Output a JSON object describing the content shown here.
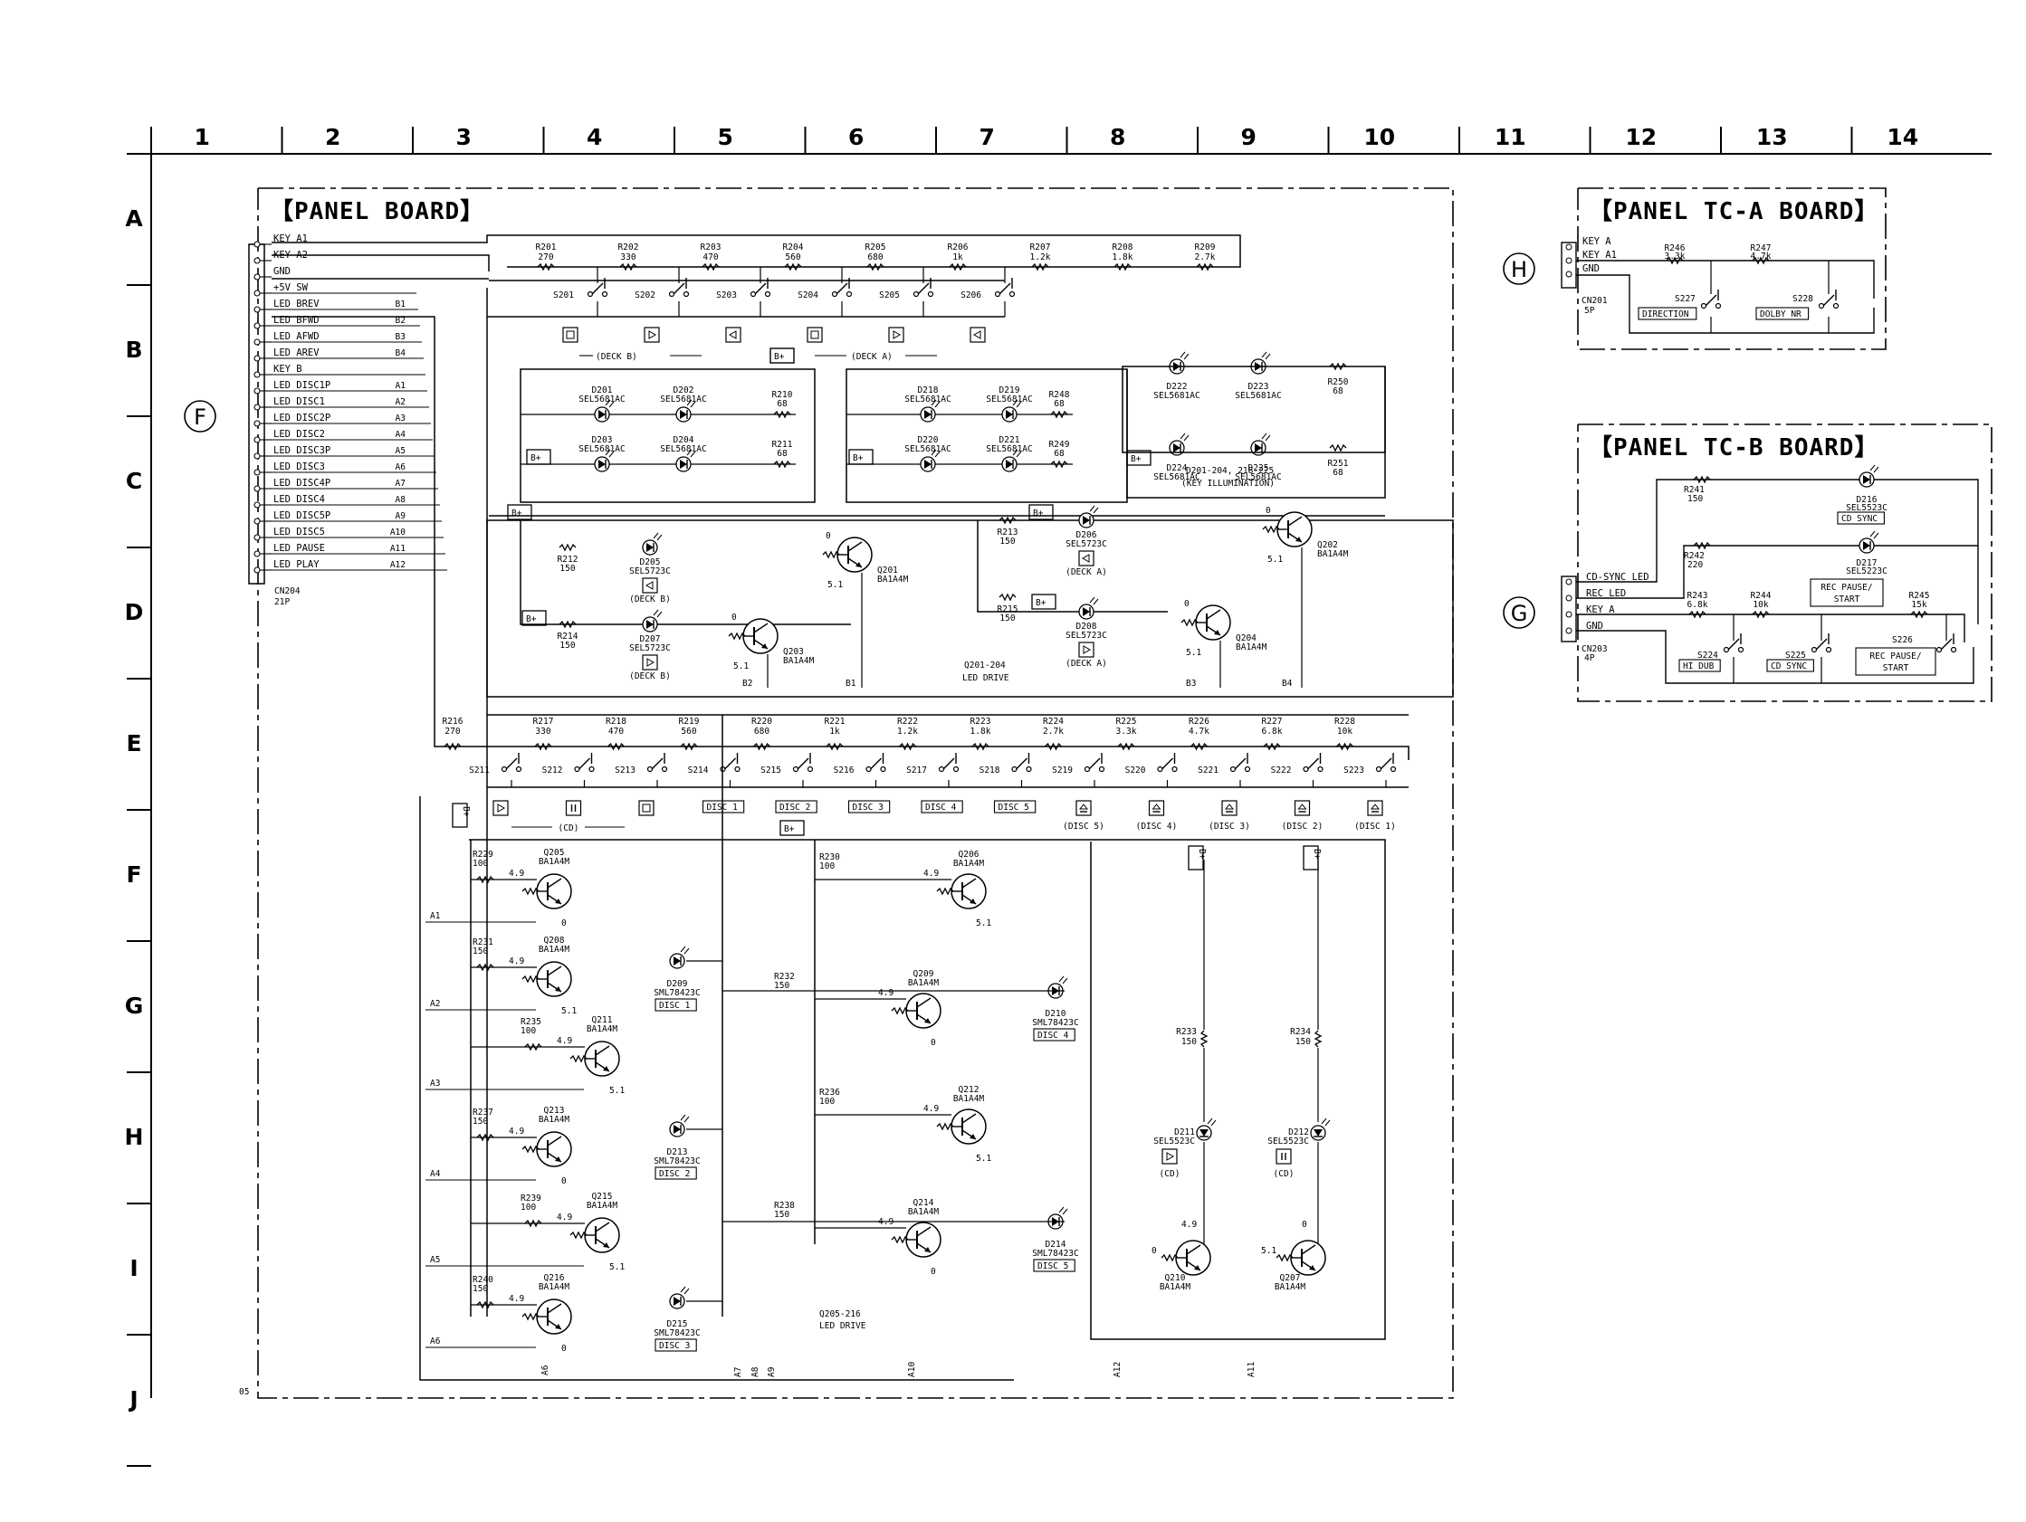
{
  "grid": {
    "columns": [
      "1",
      "2",
      "3",
      "4",
      "5",
      "6",
      "7",
      "8",
      "9",
      "10",
      "11",
      "12",
      "13",
      "14"
    ],
    "rows": [
      "A",
      "B",
      "C",
      "D",
      "E",
      "F",
      "G",
      "H",
      "I",
      "J"
    ]
  },
  "page_code": "05",
  "boards": {
    "panel": "【PANEL BOARD】",
    "tca": "【PANEL TC-A BOARD】",
    "tcb": "【PANEL TC-B BOARD】"
  },
  "connector_refs": {
    "F": "F",
    "H": "H",
    "G": "G"
  },
  "cn204": {
    "name": "CN204",
    "pins": "21P",
    "signals": [
      "KEY A1",
      "KEY A2",
      "GND",
      "+5V SW",
      "LED BREV",
      "LED BFWD",
      "LED AFWD",
      "LED AREV",
      "KEY B",
      "LED DISC1P",
      "LED DISC1",
      "LED DISC2P",
      "LED DISC2",
      "LED DISC3P",
      "LED DISC3",
      "LED DISC4P",
      "LED DISC4",
      "LED DISC5P",
      "LED DISC5",
      "LED PAUSE",
      "LED PLAY"
    ],
    "tags": [
      "",
      "",
      "",
      "",
      "B1",
      "B2",
      "B3",
      "B4",
      "",
      "A1",
      "A2",
      "A3",
      "A4",
      "A5",
      "A6",
      "A7",
      "A8",
      "A9",
      "A10",
      "A11",
      "A12"
    ]
  },
  "cn201": {
    "name": "CN201",
    "pins": "5P",
    "signals": [
      "KEY A",
      "KEY A1",
      "GND"
    ]
  },
  "cn203": {
    "name": "CN203",
    "pins": "4P",
    "signals": [
      "CD-SYNC LED",
      "REC LED",
      "KEY A",
      "GND"
    ]
  },
  "bplus": "B+",
  "keyA_resistors": [
    {
      "ref": "R201",
      "val": "270"
    },
    {
      "ref": "R202",
      "val": "330"
    },
    {
      "ref": "R203",
      "val": "470"
    },
    {
      "ref": "R204",
      "val": "560"
    },
    {
      "ref": "R205",
      "val": "680"
    },
    {
      "ref": "R206",
      "val": "1k"
    },
    {
      "ref": "R207",
      "val": "1.2k"
    },
    {
      "ref": "R208",
      "val": "1.8k"
    },
    {
      "ref": "R209",
      "val": "2.7k"
    }
  ],
  "keyA_switches": [
    "S201",
    "S202",
    "S203",
    "S204",
    "S205",
    "S206"
  ],
  "deck_labels": {
    "deckB": "(DECK B)",
    "deckA": "(DECK A)"
  },
  "led_group1": [
    {
      "ref": "D201",
      "part": "SEL5681AC"
    },
    {
      "ref": "D202",
      "part": "SEL5681AC"
    },
    {
      "ref": "D203",
      "part": "SEL5681AC"
    },
    {
      "ref": "D204",
      "part": "SEL5681AC"
    }
  ],
  "led_group1_res": [
    {
      "ref": "R210",
      "val": "68"
    },
    {
      "ref": "R211",
      "val": "68"
    }
  ],
  "led_group2": [
    {
      "ref": "D218",
      "part": "SEL5681AC"
    },
    {
      "ref": "D219",
      "part": "SEL5681AC"
    },
    {
      "ref": "D220",
      "part": "SEL5681AC"
    },
    {
      "ref": "D221",
      "part": "SEL5681AC"
    }
  ],
  "led_group2_res": [
    {
      "ref": "R248",
      "val": "68"
    },
    {
      "ref": "R249",
      "val": "68"
    }
  ],
  "led_group3": [
    {
      "ref": "D222",
      "part": "SEL5681AC"
    },
    {
      "ref": "D223",
      "part": "SEL5681AC"
    },
    {
      "ref": "D224",
      "part": "SEL5681AC"
    },
    {
      "ref": "D225",
      "part": "SEL5681AC"
    }
  ],
  "led_group3_res": [
    {
      "ref": "R250",
      "val": "68"
    },
    {
      "ref": "R251",
      "val": "68"
    }
  ],
  "key_illum": [
    "D201-204, 218-225",
    "(KEY ILLUMINATION)"
  ],
  "led_drive_top": {
    "r212": {
      "ref": "R212",
      "val": "150"
    },
    "r214": {
      "ref": "R214",
      "val": "150"
    },
    "r213": {
      "ref": "R213",
      "val": "150"
    },
    "r215": {
      "ref": "R215",
      "val": "150"
    },
    "d205": {
      "ref": "D205",
      "part": "SEL5723C",
      "deck": "(DECK B)"
    },
    "d207": {
      "ref": "D207",
      "part": "SEL5723C",
      "deck": "(DECK B)"
    },
    "d206": {
      "ref": "D206",
      "part": "SEL5723C",
      "deck": "(DECK A)"
    },
    "d208": {
      "ref": "D208",
      "part": "SEL5723C",
      "deck": "(DECK A)"
    },
    "q201": {
      "ref": "Q201",
      "part": "BA1A4M"
    },
    "q203": {
      "ref": "Q203",
      "part": "BA1A4M"
    },
    "q202": {
      "ref": "Q202",
      "part": "BA1A4M"
    },
    "q204": {
      "ref": "Q204",
      "part": "BA1A4M"
    },
    "caption": [
      "Q201-204",
      "LED DRIVE"
    ],
    "v0": "0",
    "v51": "5.1",
    "b1": "B1",
    "b2": "B2",
    "b3": "B3",
    "b4": "B4"
  },
  "keyB_resistors": [
    {
      "ref": "R216",
      "val": "270"
    },
    {
      "ref": "R217",
      "val": "330"
    },
    {
      "ref": "R218",
      "val": "470"
    },
    {
      "ref": "R219",
      "val": "560"
    },
    {
      "ref": "R220",
      "val": "680"
    },
    {
      "ref": "R221",
      "val": "1k"
    },
    {
      "ref": "R222",
      "val": "1.2k"
    },
    {
      "ref": "R223",
      "val": "1.8k"
    },
    {
      "ref": "R224",
      "val": "2.7k"
    },
    {
      "ref": "R225",
      "val": "3.3k"
    },
    {
      "ref": "R226",
      "val": "4.7k"
    },
    {
      "ref": "R227",
      "val": "6.8k"
    },
    {
      "ref": "R228",
      "val": "10k"
    }
  ],
  "keyB_switches": [
    "S211",
    "S212",
    "S213",
    "S214",
    "S215",
    "S216",
    "S217",
    "S218",
    "S219",
    "S220",
    "S221",
    "S222",
    "S223"
  ],
  "keyB_labels": [
    "",
    "",
    "",
    "DISC 1",
    "DISC 2",
    "DISC 3",
    "DISC 4",
    "DISC 5",
    "(DISC 5)",
    "(DISC 4)",
    "(DISC 3)",
    "(DISC 2)",
    "(DISC 1)"
  ],
  "cd_label": "(CD)",
  "disc_drive_left": [
    {
      "r": "R229",
      "rv": "100",
      "q": "Q205",
      "qp": "BA1A4M",
      "a": "A1",
      "v": "4.9",
      "vo": "0"
    },
    {
      "r": "R231",
      "rv": "150",
      "q": "Q208",
      "qp": "BA1A4M",
      "a": "A2",
      "v": "4.9",
      "vo": "5.1"
    },
    {
      "r": "R235",
      "rv": "100",
      "q": "Q211",
      "qp": "BA1A4M",
      "a": "A3",
      "v": "4.9",
      "vo": "5.1"
    },
    {
      "r": "R237",
      "rv": "150",
      "q": "Q213",
      "qp": "BA1A4M",
      "a": "A4",
      "v": "4.9",
      "vo": "0"
    },
    {
      "r": "R239",
      "rv": "100",
      "q": "Q215",
      "qp": "BA1A4M",
      "a": "A5",
      "v": "4.9",
      "vo": "5.1"
    },
    {
      "r": "R240",
      "rv": "150",
      "q": "Q216",
      "qp": "BA1A4M",
      "a": "A6",
      "v": "4.9",
      "vo": "0"
    }
  ],
  "disc_drive_right": [
    {
      "r": "R230",
      "rv": "100",
      "q": "Q206",
      "qp": "BA1A4M",
      "v": "4.9",
      "vo": "5.1"
    },
    {
      "r": "R232",
      "rv": "150",
      "q": "Q209",
      "qp": "BA1A4M",
      "v": "4.9",
      "vo": "0"
    },
    {
      "r": "R236",
      "rv": "100",
      "q": "Q212",
      "qp": "BA1A4M",
      "v": "4.9",
      "vo": "5.1"
    },
    {
      "r": "R238",
      "rv": "150",
      "q": "Q214",
      "qp": "BA1A4M",
      "v": "4.9",
      "vo": "0"
    }
  ],
  "disc_leds": [
    {
      "ref": "D209",
      "part": "SML78423C",
      "disc": "DISC 1"
    },
    {
      "ref": "D213",
      "part": "SML78423C",
      "disc": "DISC 2"
    },
    {
      "ref": "D215",
      "part": "SML78423C",
      "disc": "DISC 3"
    },
    {
      "ref": "D210",
      "part": "SML78423C",
      "disc": "DISC 4"
    },
    {
      "ref": "D214",
      "part": "SML78423C",
      "disc": "DISC 5"
    }
  ],
  "disc_drive_caption": [
    "Q205-216",
    "LED DRIVE"
  ],
  "cd_drive": {
    "r233": {
      "ref": "R233",
      "val": "150"
    },
    "r234": {
      "ref": "R234",
      "val": "150"
    },
    "d211": {
      "ref": "D211",
      "part": "SEL5523C"
    },
    "d212": {
      "ref": "D212",
      "part": "SEL5523C"
    },
    "q210": {
      "ref": "Q210",
      "part": "BA1A4M"
    },
    "q207": {
      "ref": "Q207",
      "part": "BA1A4M"
    },
    "a12": "A12",
    "a11": "A11",
    "a7": "A7",
    "a8": "A8",
    "a9": "A9",
    "a10": "A10"
  },
  "tca": {
    "r246": {
      "ref": "R246",
      "val": "3.3k"
    },
    "r247": {
      "ref": "R247",
      "val": "4.7k"
    },
    "s227": {
      "ref": "S227",
      "label": "DIRECTION"
    },
    "s228": {
      "ref": "S228",
      "label": "DOLBY NR"
    }
  },
  "tcb": {
    "r241": {
      "ref": "R241",
      "val": "150"
    },
    "r242": {
      "ref": "R242",
      "val": "220"
    },
    "r243": {
      "ref": "R243",
      "val": "6.8k"
    },
    "r244": {
      "ref": "R244",
      "val": "10k"
    },
    "r245": {
      "ref": "R245",
      "val": "15k"
    },
    "d216": {
      "ref": "D216",
      "part": "SEL5523C",
      "label": "CD SYNC"
    },
    "d217": {
      "ref": "D217",
      "part": "SEL5223C",
      "label1": "REC PAUSE/",
      "label2": "START"
    },
    "s224": {
      "ref": "S224",
      "label": "HI DUB"
    },
    "s225": {
      "ref": "S225",
      "label": "CD SYNC"
    },
    "s226": {
      "ref": "S226",
      "label1": "REC PAUSE/",
      "label2": "START"
    }
  }
}
